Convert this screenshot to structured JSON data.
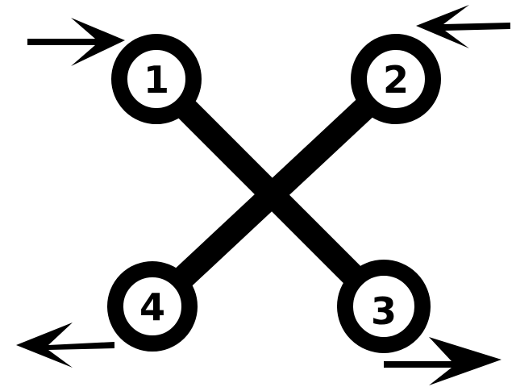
{
  "diagram": {
    "colors": {
      "stroke": "#000000",
      "background": "#ffffff"
    },
    "nodes": [
      {
        "id": "1",
        "label": "1"
      },
      {
        "id": "2",
        "label": "2"
      },
      {
        "id": "3",
        "label": "3"
      },
      {
        "id": "4",
        "label": "4"
      }
    ],
    "edges": [
      {
        "from": "1",
        "to": "3"
      },
      {
        "from": "2",
        "to": "4"
      }
    ],
    "arrows": [
      {
        "node": "1",
        "direction": "toward-node"
      },
      {
        "node": "2",
        "direction": "toward-node"
      },
      {
        "node": "3",
        "direction": "away-from-node"
      },
      {
        "node": "4",
        "direction": "away-from-node"
      }
    ]
  }
}
